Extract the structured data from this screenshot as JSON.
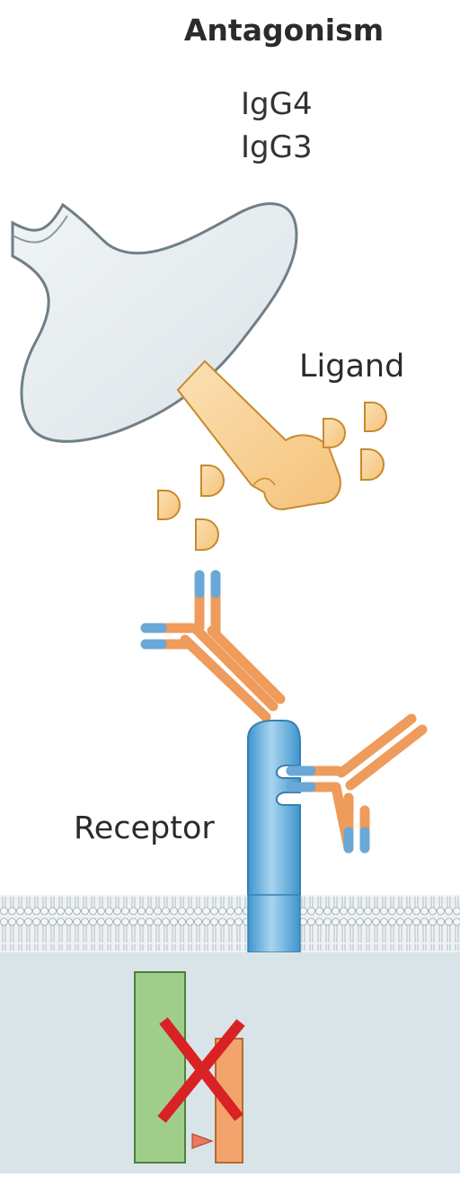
{
  "title": "Antagonism",
  "subtypes": [
    "IgG4",
    "IgG3"
  ],
  "labels": {
    "ligand": "Ligand",
    "receptor": "Receptor"
  },
  "colors": {
    "cell_fill": "#e2e8eb",
    "cell_stroke": "#6f7f88",
    "ligand_fill": "#f8cf8e",
    "ligand_stroke": "#c78a2e",
    "antibody_heavy": "#ee9b5c",
    "antibody_light": "#6aa8d8",
    "receptor_fill": "#4fa5d8",
    "membrane": "#d6dde1",
    "cytoplasm": "#d9e4e9",
    "signal_green": "#9fce8b",
    "signal_orange": "#f3a46d",
    "block_cross": "#d92224"
  },
  "icons": {
    "block": "red-x-cross"
  }
}
